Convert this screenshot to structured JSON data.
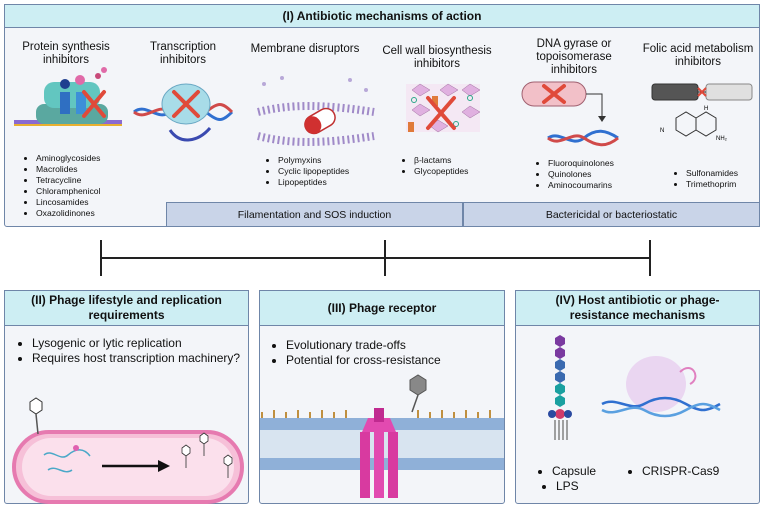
{
  "top": {
    "header": "(I) Antibiotic mechanisms of action",
    "categories": [
      {
        "title": "Protein synthesis inhibitors",
        "items": [
          "Aminoglycosides",
          "Macrolides",
          "Tetracycline",
          "Chloramphenicol",
          "Lincosamides",
          "Oxazolidinones"
        ]
      },
      {
        "title": "Transcription inhibitors",
        "items": []
      },
      {
        "title": "Membrane disruptors",
        "items": [
          "Polymyxins",
          "Cyclic lipopeptides",
          "Lipopeptides"
        ]
      },
      {
        "title": "Cell wall biosynthesis inhibitors",
        "items": [
          "β-lactams",
          "Glycopeptides"
        ]
      },
      {
        "title": "DNA gyrase or topoisomerase inhibitors",
        "items": [
          "Fluoroquinolones",
          "Quinolones",
          "Aminocoumarins"
        ]
      },
      {
        "title": "Folic acid metabolism inhibitors",
        "items": [
          "Sulfonamides",
          "Trimethoprim"
        ]
      }
    ],
    "bars": [
      "Filamentation and SOS induction",
      "Bactericidal or bacteriostatic"
    ]
  },
  "panel2": {
    "header": "(II) Phage lifestyle and replication requirements",
    "items": [
      "Lysogenic or lytic replication",
      "Requires host transcription machinery?"
    ]
  },
  "panel3": {
    "header": "(III) Phage receptor",
    "items": [
      "Evolutionary trade-offs",
      "Potential for cross-resistance"
    ]
  },
  "panel4": {
    "header": "(IV) Host antibiotic or phage-resistance mechanisms",
    "left_items": [
      "Capsule",
      "LPS"
    ],
    "right_items": [
      "CRISPR-Cas9"
    ]
  },
  "chem_labels": {
    "n": "N",
    "h": "H",
    "nh2": "NH₂"
  },
  "colors": {
    "header_bg": "#cdeef3",
    "bar_bg": "#c9d4e8",
    "border": "#6f86a8",
    "panel_bg": "#f3f5f9"
  }
}
